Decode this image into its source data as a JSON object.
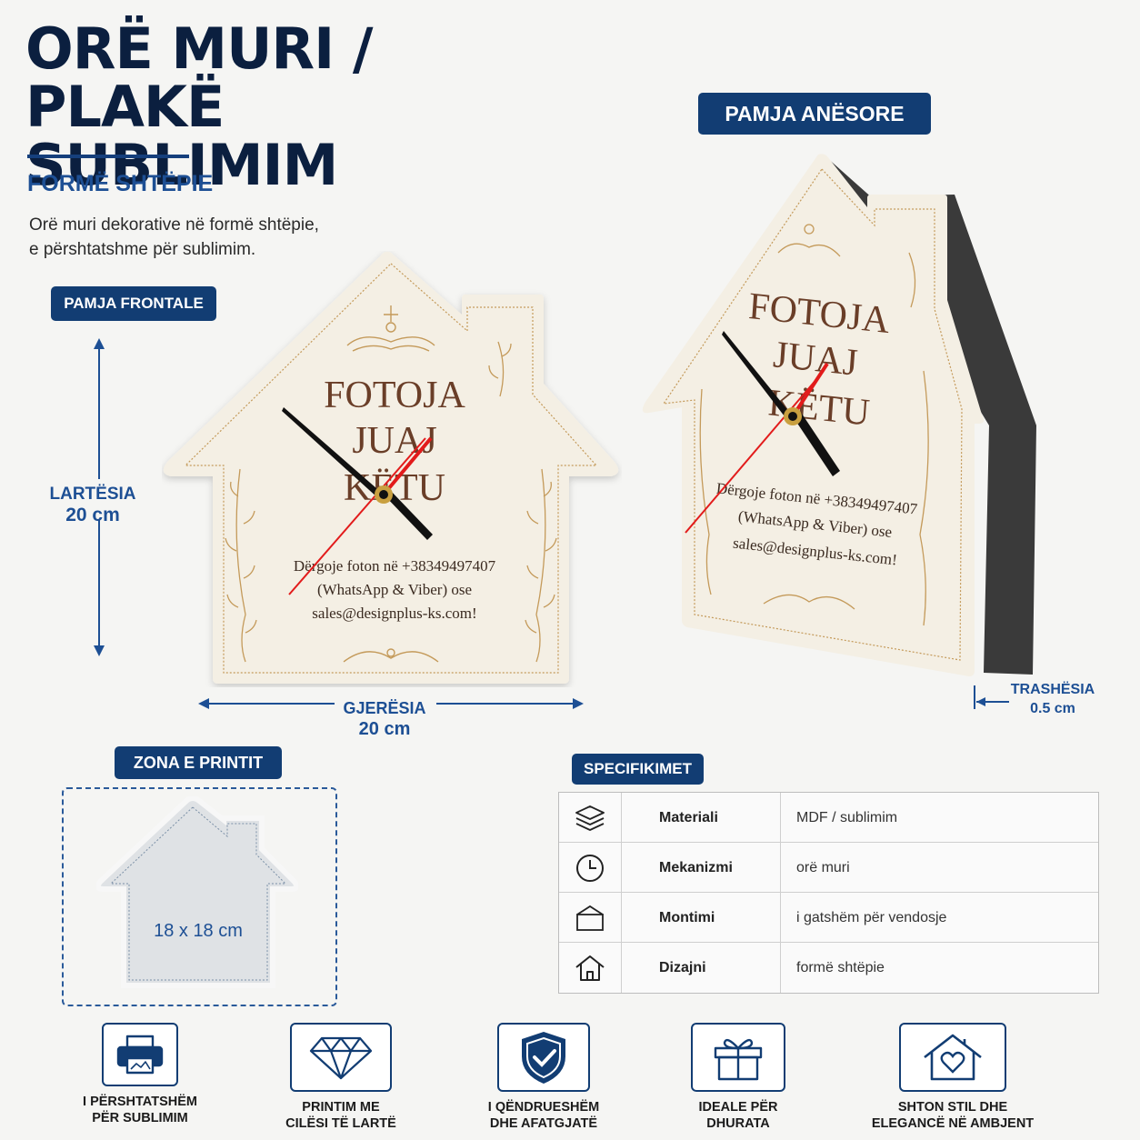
{
  "header": {
    "title_line1": "ORË MURI / PLAKË",
    "title_line2": "SUBLIMIM",
    "subtitle": "FORMË SHTËPIE",
    "desc_line1": "Orë muri dekorative në formë shtëpie,",
    "desc_line2": "e përshtatshme për sublimim."
  },
  "front": {
    "badge": "PAMJA FRONTALE",
    "height_label": "LARTËSIA",
    "height_value": "20 cm",
    "width_label": "GJERËSIA",
    "width_value": "20 cm"
  },
  "side": {
    "badge": "PAMJA ANËSORE",
    "thickness_label": "TRASHËSIA",
    "thickness_value": "0.5 cm"
  },
  "clock_face": {
    "line1": "FOTOJA",
    "line2": "JUAJ",
    "line3": "KËTU",
    "contact1": "Dërgoje foton në +38349497407",
    "contact2": "(WhatsApp & Viber) ose",
    "contact3": "sales@designplus-ks.com!"
  },
  "print_zone": {
    "badge": "ZONA E PRINTIT",
    "size": "18 x 18 cm"
  },
  "specs": {
    "badge": "SPECIFIKIMET",
    "rows": [
      {
        "icon": "layers-icon",
        "key": "Materiali",
        "value": "MDF / sublimim"
      },
      {
        "icon": "clock-icon",
        "key": "Mekanizmi",
        "value": "orë muri"
      },
      {
        "icon": "hanger-icon",
        "key": "Montimi",
        "value": "i gatshëm për vendosje"
      },
      {
        "icon": "house-icon",
        "key": "Dizajni",
        "value": "formë shtëpie"
      }
    ]
  },
  "features": [
    {
      "icon": "printer-icon",
      "line1": "I PËRSHTATSHËM",
      "line2": "PËR SUBLIMIM"
    },
    {
      "icon": "diamond-icon",
      "line1": "PRINTIM ME",
      "line2": "CILËSI TË LARTË"
    },
    {
      "icon": "shield-check-icon",
      "line1": "I QËNDRUESHËM",
      "line2": "DHE AFATGJATË"
    },
    {
      "icon": "gift-icon",
      "line1": "IDEALE PËR",
      "line2": "DHURATA"
    },
    {
      "icon": "house-heart-icon",
      "line1": "SHTON STIL DHE",
      "line2": "ELEGANCË NË AMBJENT"
    }
  ],
  "colors": {
    "navy": "#123d73",
    "accent_blue": "#1d4f94",
    "board": "#f4efe4",
    "gold": "#c49a5a",
    "brown_text": "#6a3e28",
    "second_hand": "#e21b1b"
  }
}
